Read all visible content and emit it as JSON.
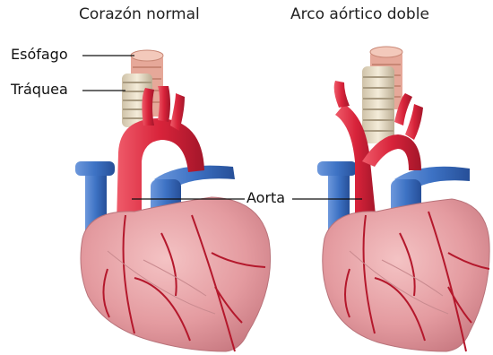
{
  "titles": {
    "left": "Corazón normal",
    "right": "Arco aórtico doble"
  },
  "labels": {
    "esofago": "Esófago",
    "traquea": "Tráquea",
    "aorta": "Aorta"
  },
  "colors": {
    "aorta_red": "#d8233a",
    "vein_blue": "#3d72c4",
    "heart_pink": "#e7a2a6",
    "vessel_dark_red": "#b4182c",
    "trachea_cream": "#efe4cf",
    "esophagus_pink": "#eab7a8"
  }
}
